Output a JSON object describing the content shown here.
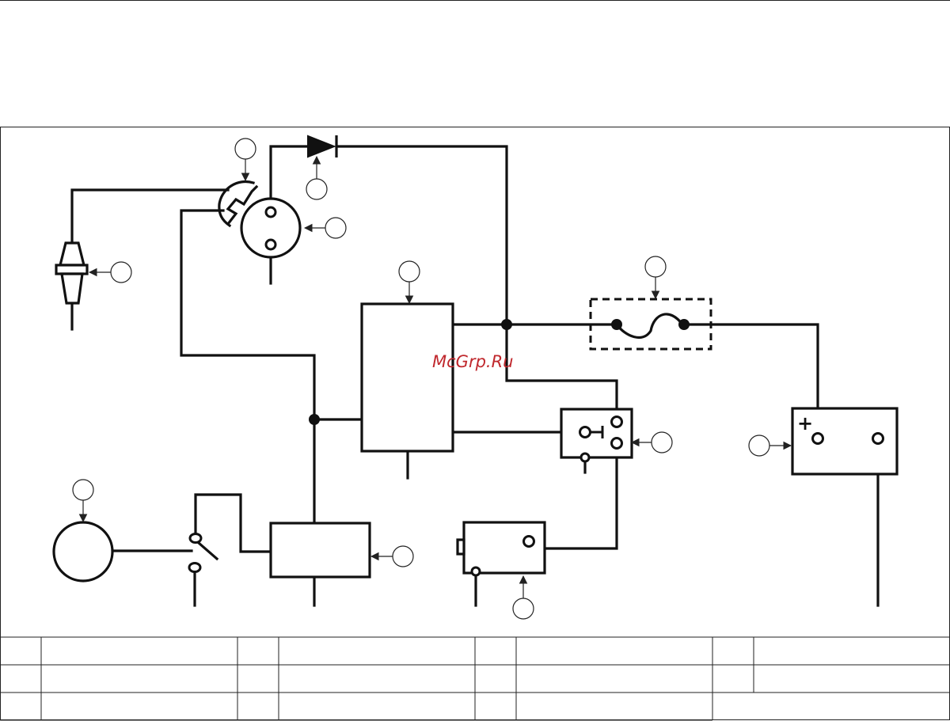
{
  "watermark": "McGrp.Ru",
  "battery_plus": "+",
  "callouts": [
    {
      "id": "ignition-coil",
      "label": ""
    },
    {
      "id": "diode",
      "label": ""
    },
    {
      "id": "distributor",
      "label": ""
    },
    {
      "id": "spark-plug",
      "label": ""
    },
    {
      "id": "control-unit",
      "label": ""
    },
    {
      "id": "fuse",
      "label": ""
    },
    {
      "id": "relay",
      "label": ""
    },
    {
      "id": "battery",
      "label": ""
    },
    {
      "id": "gauge",
      "label": ""
    },
    {
      "id": "module",
      "label": ""
    },
    {
      "id": "sensor",
      "label": ""
    }
  ],
  "legend_table": {
    "rows": [
      [
        "",
        "",
        "",
        "",
        "",
        "",
        "",
        ""
      ],
      [
        "",
        "",
        "",
        "",
        "",
        "",
        "",
        ""
      ],
      [
        "",
        "",
        "",
        "",
        "",
        ""
      ]
    ]
  }
}
